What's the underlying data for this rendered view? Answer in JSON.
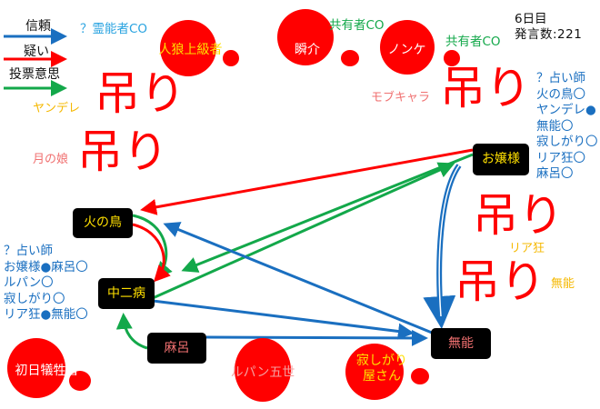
{
  "legend": {
    "trust": "信頼",
    "doubt": "疑い",
    "vote": "投票意思"
  },
  "colors": {
    "trust": "#1a6fc0",
    "doubt": "#ff0000",
    "vote": "#13a84a",
    "name_yellow": "#ffe000",
    "name_salmon": "#f07070"
  },
  "status": {
    "day": "6日目",
    "posts": "発言数:221"
  },
  "co_labels": {
    "medium": "？霊能者CO",
    "shared1": "共有者CO",
    "shared2": "共有者CO"
  },
  "hang_mark": "吊り",
  "dead_players": {
    "werewolf_expert": "人狼上級者",
    "shunsuke": "瞬介",
    "nonke": "ノンケ",
    "first_victim": "初日犠牲者",
    "lupin": "ルパン五世",
    "lonely_line1": "寂しがり",
    "lonely_line2": "屋さん"
  },
  "hanged_players": {
    "yandere": "ヤンデレ",
    "moon_girl": "月の娘",
    "mobchara": "モブキャラ",
    "riakyo": "リア狂",
    "muno": "無能"
  },
  "alive_players": {
    "ojousama": "お嬢様",
    "hinotori": "火の鳥",
    "chuunibyou": "中二病",
    "maro": "麻呂",
    "muno": "無能"
  },
  "seer_right": [
    "？占い師",
    "火の鳥〇",
    "ヤンデレ●",
    "無能〇",
    "寂しがり〇",
    "リア狂〇",
    "麻呂〇"
  ],
  "seer_left": [
    "？占い師",
    "お嬢様●麻呂〇",
    "ルパン〇",
    "寂しがり〇",
    "リア狂●無能〇"
  ]
}
